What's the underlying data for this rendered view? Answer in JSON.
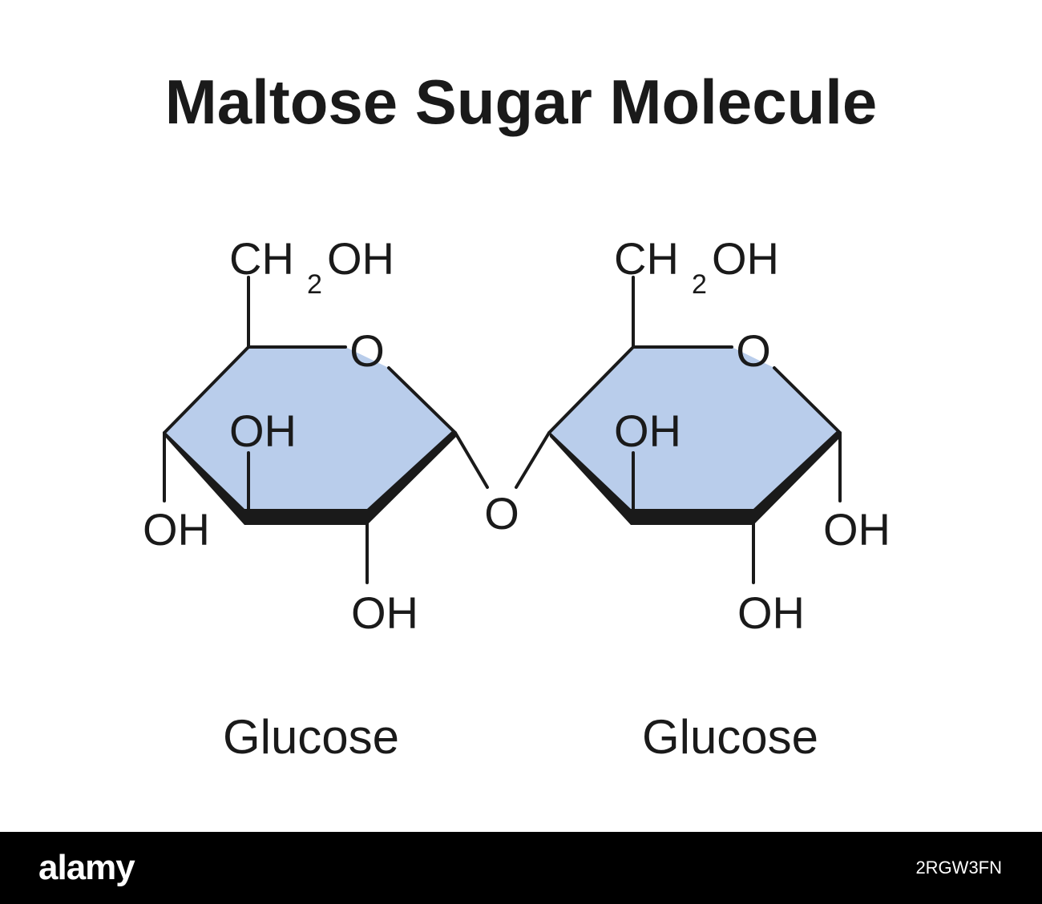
{
  "title": "Maltose Sugar Molecule",
  "colors": {
    "ring_fill": "#b9cdeb",
    "bond": "#1a1a1a",
    "text": "#1a1a1a",
    "footer_bg": "#000000",
    "footer_text": "#ffffff"
  },
  "labels": {
    "ch2_left": "CH",
    "sub2_left": "2",
    "oh_ch2_left": "OH",
    "ring_o_left": "O",
    "oh_inner_left": "OH",
    "oh_c4_left": "OH",
    "oh_c3_left": "OH",
    "bridge_o": "O",
    "ch2_right": "CH",
    "sub2_right": "2",
    "oh_ch2_right": "OH",
    "ring_o_right": "O",
    "oh_inner_right": "OH",
    "oh_c1_right": "OH",
    "oh_c3_right": "OH"
  },
  "captions": {
    "left": "Glucose",
    "right": "Glucose"
  },
  "footer": {
    "logo": "alamy",
    "image_code": "2RGW3FN"
  }
}
